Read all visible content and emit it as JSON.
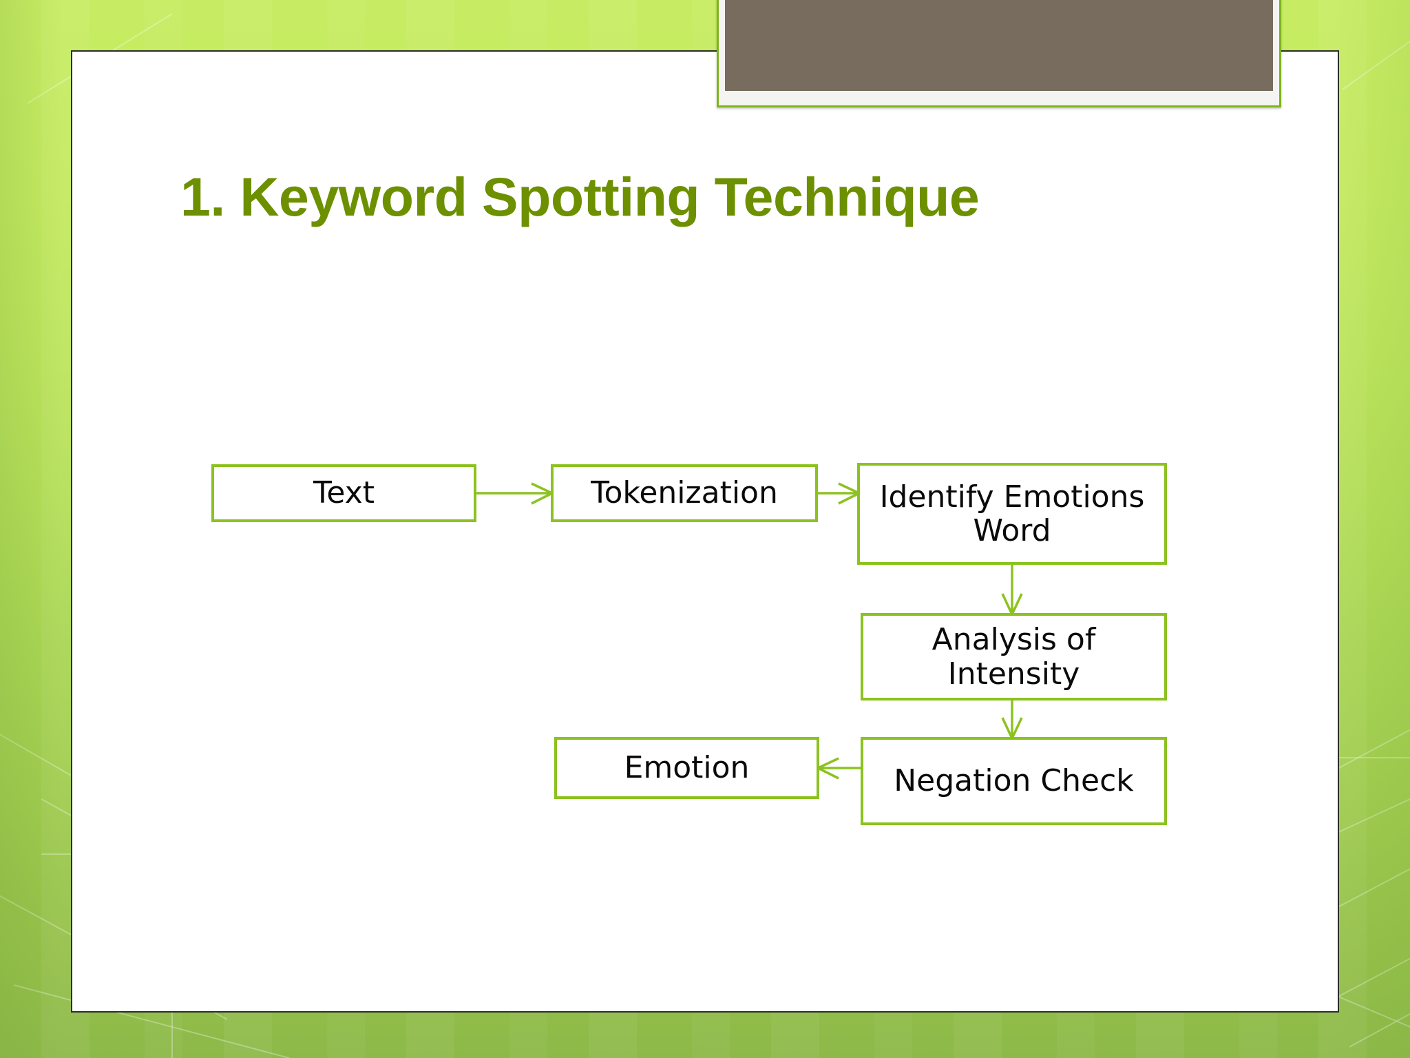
{
  "slide": {
    "title": "1. Keyword Spotting Technique",
    "title_color": "#6d9000",
    "background_color_top": "#c7ec63",
    "background_color_bottom": "#8db949",
    "content_plate_color": "#ffffff",
    "decoration_color": "#776c5d",
    "decoration_border_color": "#7fb41a"
  },
  "flowchart": {
    "type": "diagram",
    "node_border_color": "#8cc220",
    "connector_color": "#8cc220",
    "nodes": [
      {
        "id": "text",
        "label": "Text"
      },
      {
        "id": "token",
        "label": "Tokenization"
      },
      {
        "id": "identify",
        "label": "Identify Emotions Word"
      },
      {
        "id": "analysis",
        "label": "Analysis of Intensity"
      },
      {
        "id": "negation",
        "label": "Negation Check"
      },
      {
        "id": "emotion",
        "label": "Emotion"
      }
    ],
    "edges": [
      {
        "from": "text",
        "to": "token",
        "direction": "right"
      },
      {
        "from": "token",
        "to": "identify",
        "direction": "right"
      },
      {
        "from": "identify",
        "to": "analysis",
        "direction": "down"
      },
      {
        "from": "analysis",
        "to": "negation",
        "direction": "down"
      },
      {
        "from": "negation",
        "to": "emotion",
        "direction": "left"
      }
    ]
  }
}
